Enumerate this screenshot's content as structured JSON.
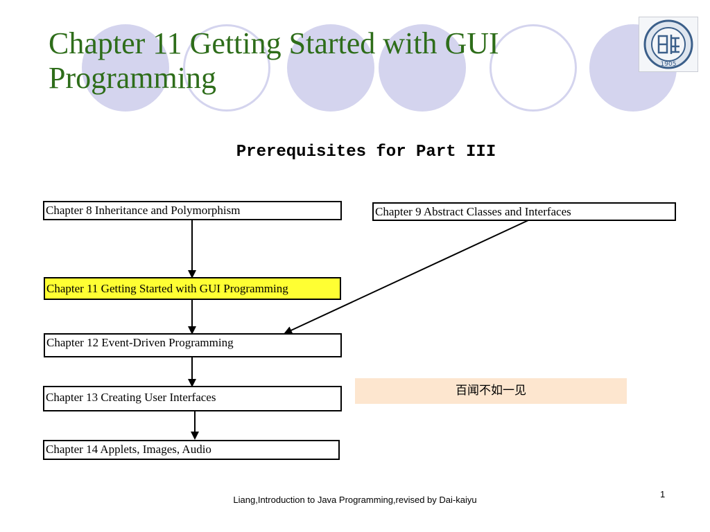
{
  "slide": {
    "title": "Chapter 11 Getting Started with GUI Programming",
    "subtitle": "Prerequisites for Part III",
    "footer": "Liang,Introduction to Java Programming,revised by Dai-kaiyu",
    "page_number": "1",
    "logo_year": "1905"
  },
  "diagram": {
    "nodes": {
      "ch8": "Chapter 8 Inheritance and Polymorphism",
      "ch9": "Chapter 9 Abstract Classes and Interfaces",
      "ch11": "Chapter 11 Getting Started with GUI Programming",
      "ch12": "Chapter 12 Event-Driven Programming",
      "ch13": "Chapter 13 Creating User Interfaces",
      "ch14": "Chapter 14 Applets, Images, Audio"
    },
    "note": "百闻不如一见"
  },
  "colors": {
    "title": "#2e6d1a",
    "highlight": "#ffff33",
    "note_bg": "#fde6cf",
    "decoration": "#d4d4ee"
  }
}
